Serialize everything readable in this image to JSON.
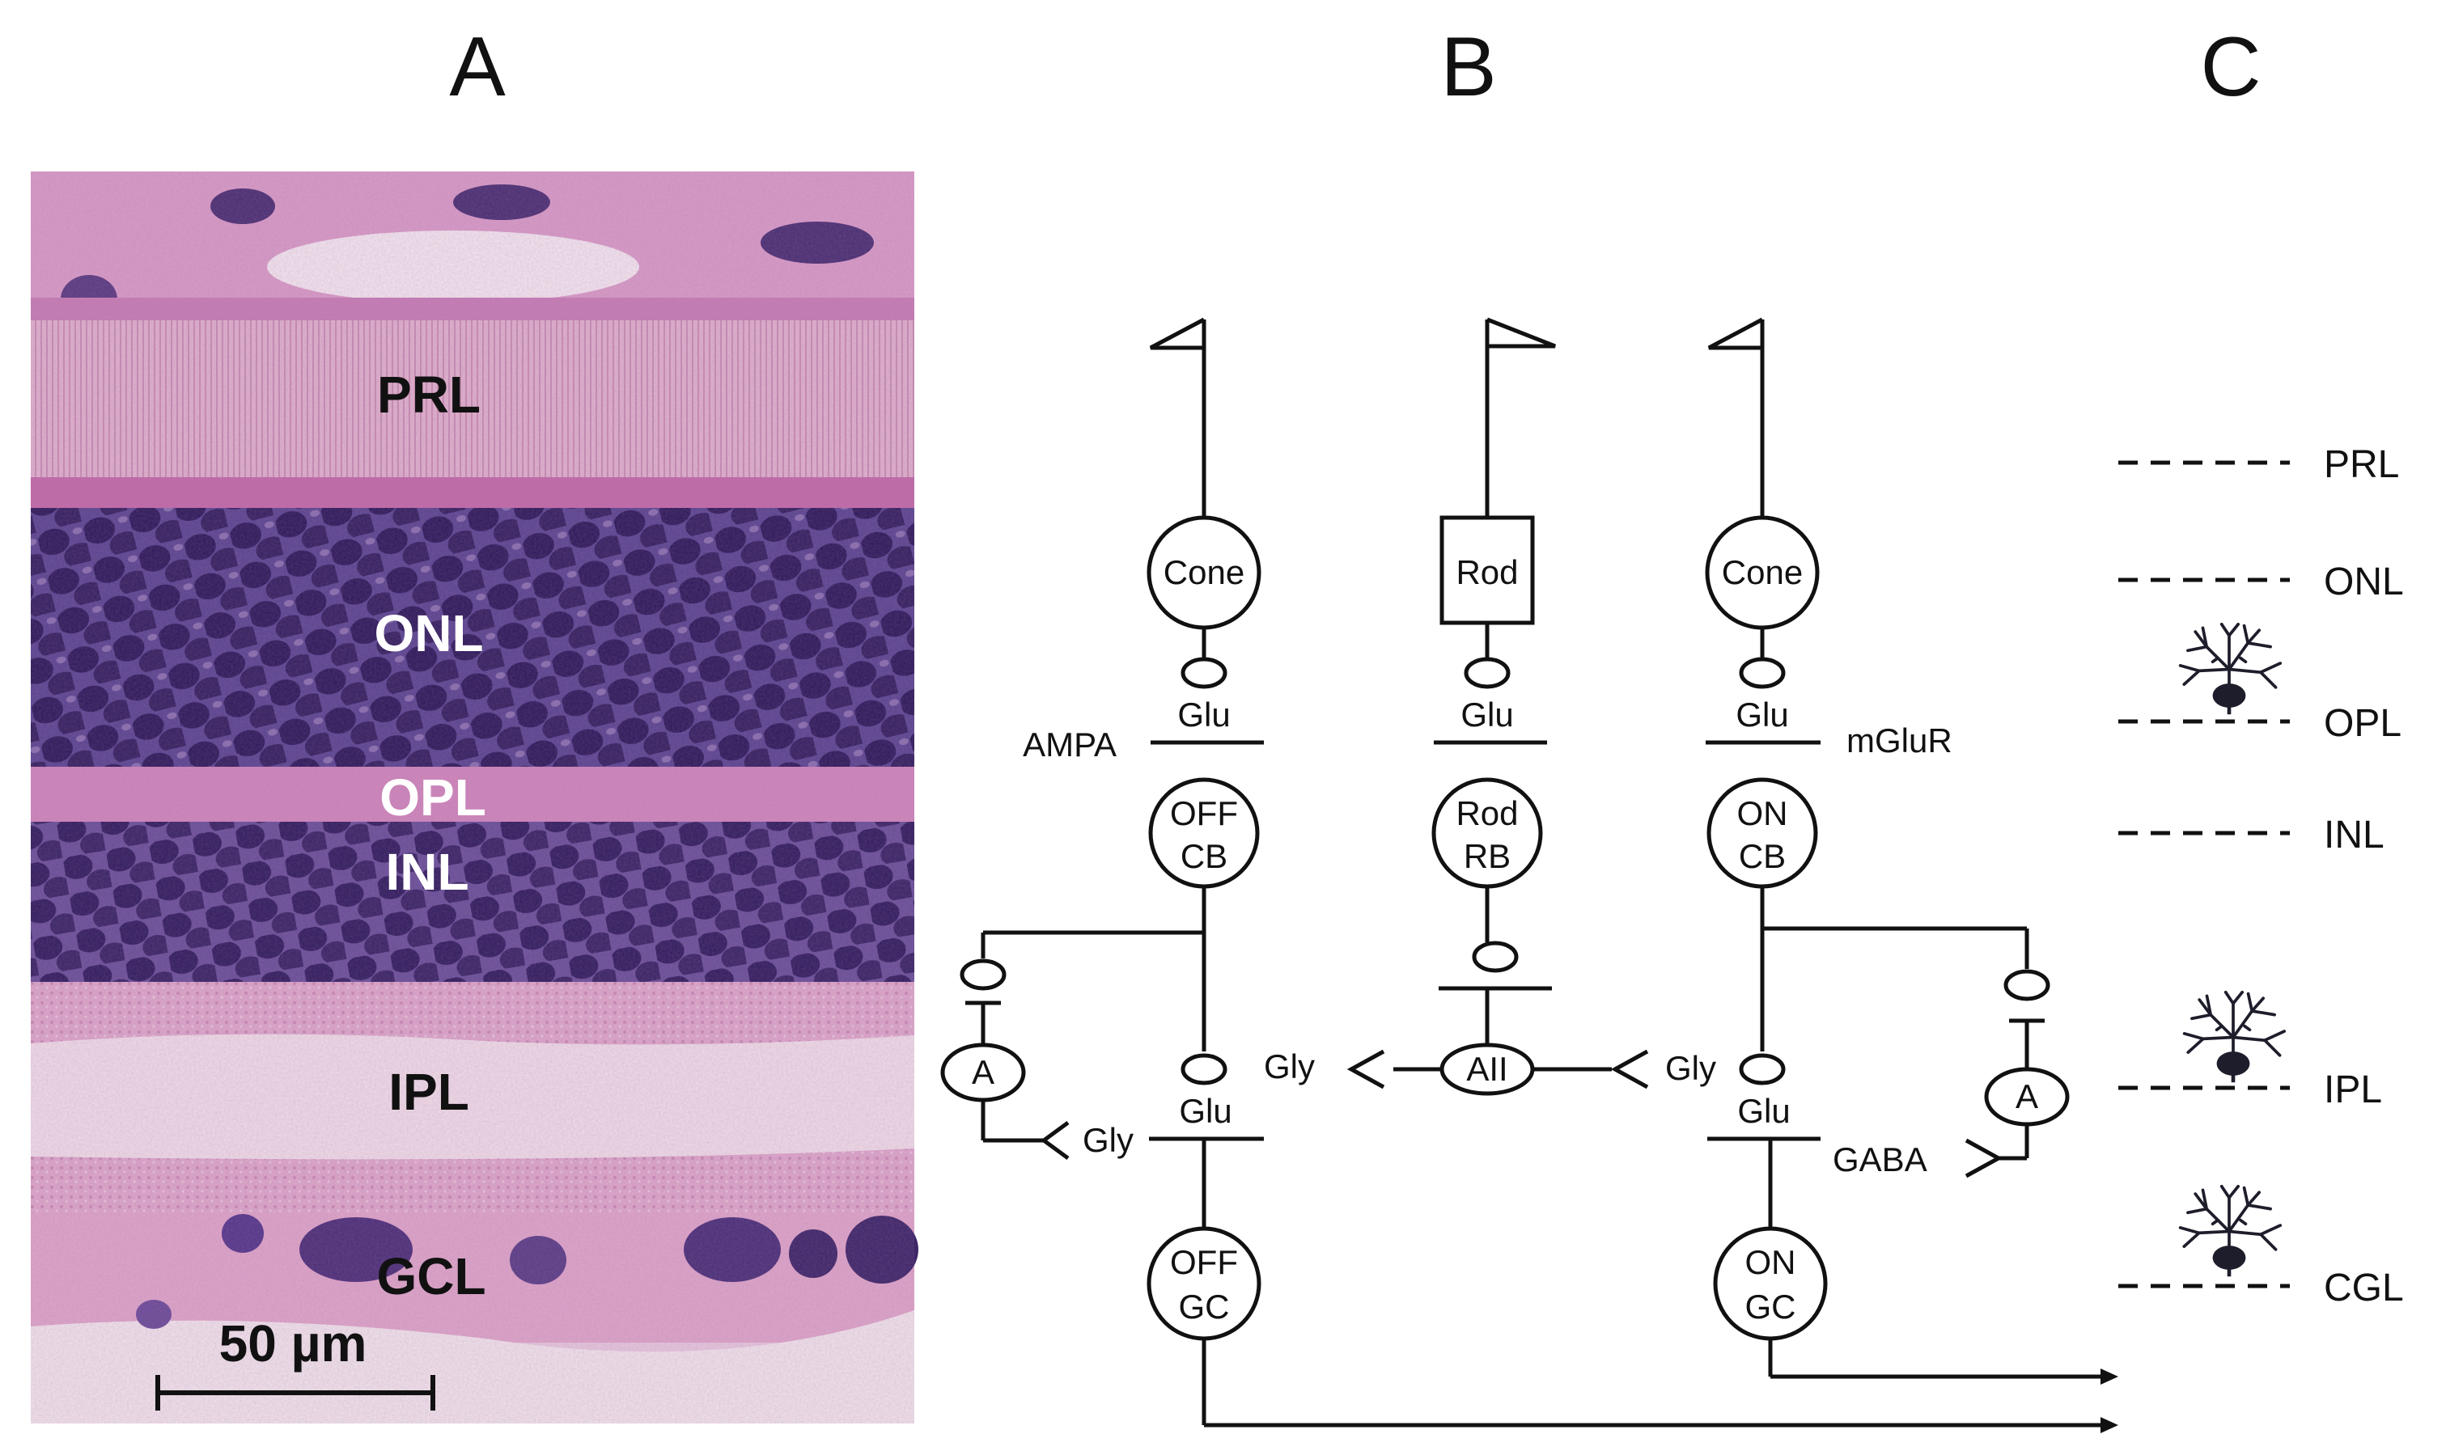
{
  "panels": {
    "a": "A",
    "b": "B",
    "c": "C"
  },
  "histology": {
    "layers": {
      "prl": "PRL",
      "onl": "ONL",
      "opl": "OPL",
      "inl": "INL",
      "ipl": "IPL",
      "gcl": "GCL"
    },
    "scale_bar": "50 µm"
  },
  "circuit": {
    "cone_left": "Cone",
    "rod": "Rod",
    "cone_right": "Cone",
    "off_cb": [
      "OFF",
      "CB"
    ],
    "rod_rb": [
      "Rod",
      "RB"
    ],
    "on_cb": [
      "ON",
      "CB"
    ],
    "off_gc": [
      "OFF",
      "GC"
    ],
    "on_gc": [
      "ON",
      "GC"
    ],
    "aii": "AII",
    "amacrine_left": "A",
    "amacrine_right": "A",
    "transmitters": {
      "glu": "Glu",
      "gly": "Gly",
      "gaba": "GABA",
      "ampa": "AMPA",
      "mglur": "mGluR"
    }
  },
  "layer_scale": {
    "prl": "PRL",
    "onl": "ONL",
    "opl": "OPL",
    "inl": "INL",
    "ipl": "IPL",
    "cgl": "CGL"
  },
  "colors": {
    "stroke": "#111111",
    "histo_dark": "#3b2466",
    "histo_pink": "#d79ac4"
  }
}
